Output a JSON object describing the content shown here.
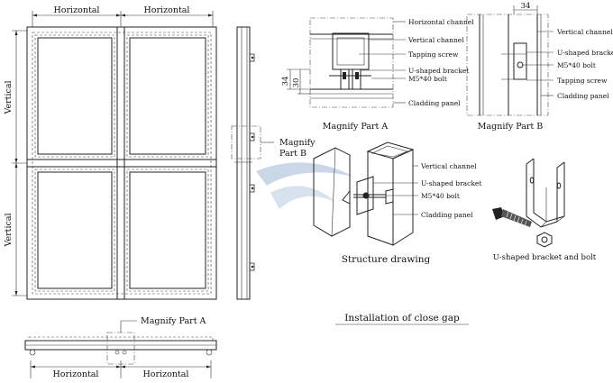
{
  "front_view": {
    "top_dim_left": "Horizontal",
    "top_dim_right": "Horizontal",
    "left_dim_top": "Vertical",
    "left_dim_bottom": "Vertical"
  },
  "side_view": {
    "callout": "Magnify\nPart B",
    "callout_line1": "Magnify",
    "callout_line2": "Part B"
  },
  "bottom_view": {
    "callout": "Magnify Part A",
    "dim_left": "Horizontal",
    "dim_right": "Horizontal"
  },
  "magnify_a": {
    "caption": "Magnify Part A",
    "label_horizontal_channel": "Horizontal channel",
    "label_vertical_channel": "Vertical channel",
    "label_tapping_screw": "Tapping screw",
    "label_u_bracket": "U-shaped bracket",
    "label_bolt": "M5*40 bolt",
    "label_cladding": "Cladding panel",
    "dim_34": "34",
    "dim_30": "30"
  },
  "magnify_b": {
    "caption": "Magnify Part B",
    "dim_34": "34",
    "label_vertical_channel": "Vertical channel",
    "label_u_bracket": "U-shaped bracket",
    "label_bolt": "M5*40 bolt",
    "label_tapping_screw": "Tapping screw",
    "label_cladding": "Cladding panel"
  },
  "structure": {
    "caption": "Structure drawing",
    "label_vertical_channel": "Vertical channel",
    "label_u_bracket": "U-shaped bracket",
    "label_bolt": "M5*40 bolt",
    "label_cladding": "Cladding panel"
  },
  "bracket_detail": {
    "caption": "U-shaped bracket and bolt"
  },
  "main_caption": "Installation of close gap",
  "colors": {
    "line": "#222222",
    "watermark": "#9fb7d6"
  }
}
